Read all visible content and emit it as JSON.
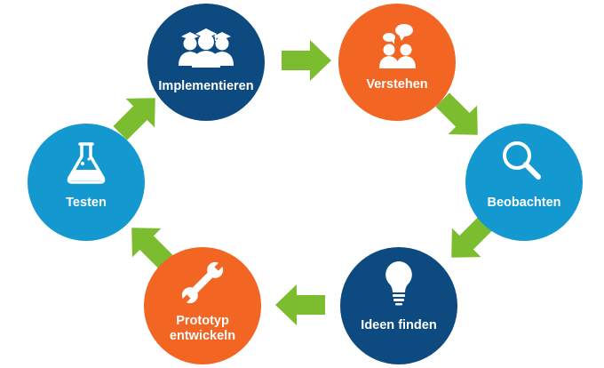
{
  "colors": {
    "dark_blue": "#0d4a80",
    "orange": "#f26522",
    "light_blue": "#1399cf",
    "arrow_green": "#7bbd2f"
  },
  "cycle": [
    {
      "id": "implementieren",
      "label": "Implementieren",
      "color": "dark_blue",
      "icon": "people-group-icon"
    },
    {
      "id": "verstehen",
      "label": "Verstehen",
      "color": "orange",
      "icon": "chat-people-icon"
    },
    {
      "id": "beobachten",
      "label": "Beobachten",
      "color": "light_blue",
      "icon": "magnifier-icon"
    },
    {
      "id": "ideen",
      "label": "Ideen finden",
      "color": "dark_blue",
      "icon": "lightbulb-icon"
    },
    {
      "id": "prototyp",
      "label_line1": "Prototyp",
      "label_line2": "entwickeln",
      "color": "orange",
      "icon": "wrench-icon"
    },
    {
      "id": "testen",
      "label": "Testen",
      "color": "light_blue",
      "icon": "flask-icon"
    }
  ]
}
